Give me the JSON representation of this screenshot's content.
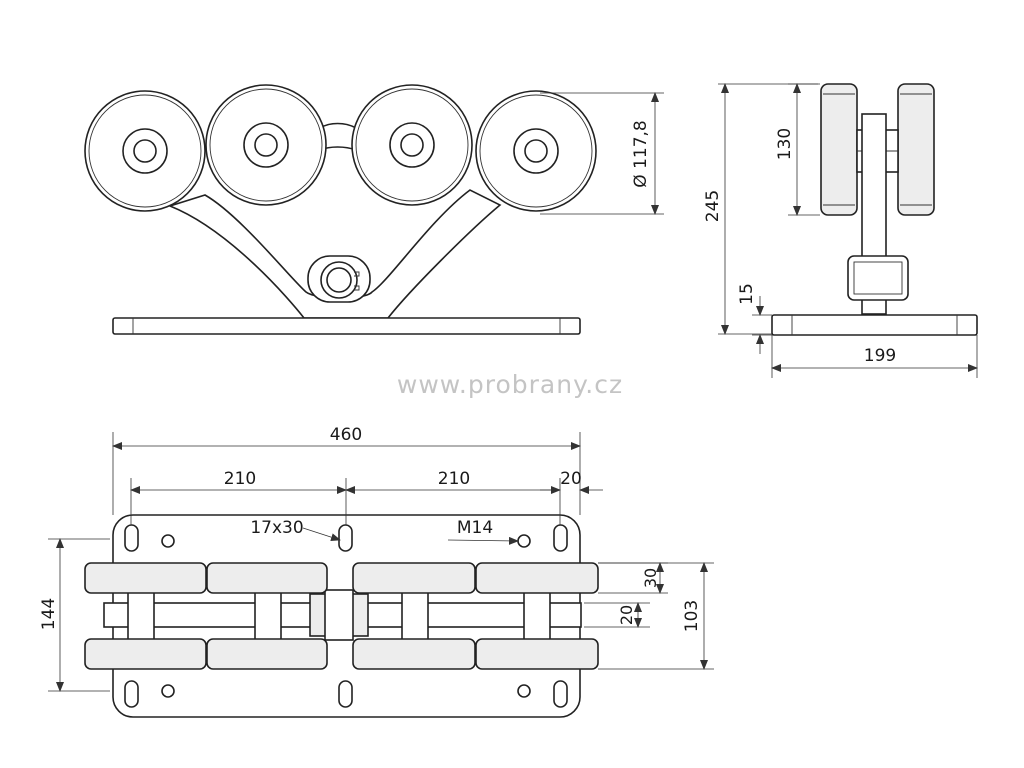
{
  "watermark": "www.probrany.cz",
  "front_view": {
    "wheel_diameter": "Ø 117,8"
  },
  "side_view": {
    "height_total": "245",
    "wheel_height": "130",
    "plate_thickness": "15",
    "plate_width": "199"
  },
  "top_view": {
    "length_total": "460",
    "spacing_left": "210",
    "spacing_right": "210",
    "edge_offset": "20",
    "slot_label": "17x30",
    "thread_label": "M14",
    "rail_offset": "30",
    "rail_gap": "20",
    "height_103": "103",
    "width_144": "144"
  },
  "colors": {
    "line": "#222222",
    "fill": "#ededed",
    "watermark": "#c4c4c4"
  }
}
